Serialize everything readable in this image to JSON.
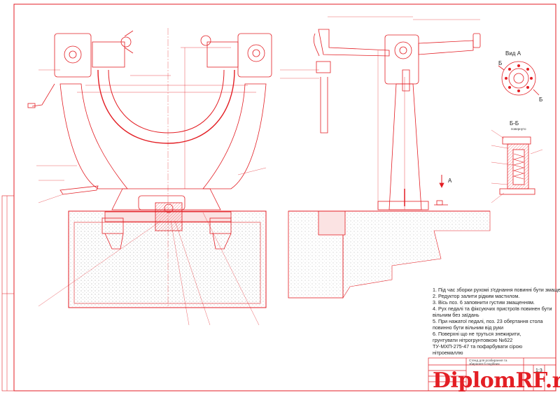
{
  "drawing": {
    "view_a_label": "Вид А",
    "section_label": "Б-Б",
    "section_sublabel": "повернуто",
    "arrow_a": "А",
    "arrow_b": "Б"
  },
  "notes": [
    "1. Під час зборки  рухомі з'єднання повинні бути змащені.",
    "2. Редуктор залити рідким мастилом.",
    "3. Вісь поз. 6 заповнити густим змащенням.",
    "4. Рух педалі та фіксуючих пристроїв повинен бути",
    "вільним без заїдань",
    "5. При нажатої педалі, поз. 23 обертання стола",
    "повинно бути вільним від руки",
    "6. Поверхні що не труться знежирити,",
    "грунтувати нітрогрунтовкою №622",
    "ТУ-МХП-275-47 та пофарбувати сірою",
    "нітроемаллю"
  ],
  "title_block": {
    "name_line1": "Стенд для розбирання та",
    "name_line2": "збирання б подібних",
    "scale": "1:3"
  },
  "watermark": "DiplomRF.ru",
  "colors": {
    "line": "#e31e24",
    "text": "#222222",
    "hatch": "#d8d8d8"
  }
}
